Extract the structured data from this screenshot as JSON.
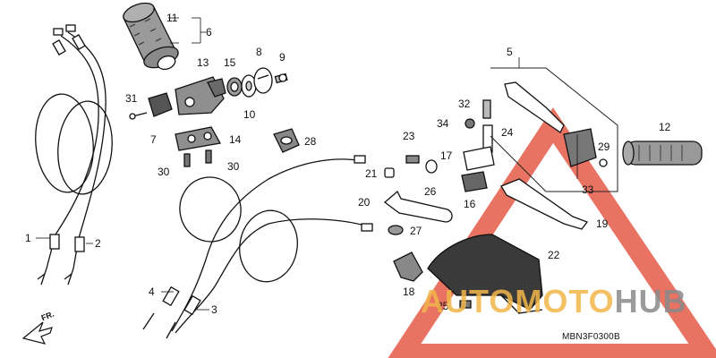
{
  "diagram_code": "MBN3F0300B",
  "direction_label": "FR.",
  "watermark": {
    "part1": "AUTOMOTO",
    "part2": "HUB"
  },
  "colors": {
    "line": "#111111",
    "part_fill": "#8f8f8f",
    "part_dark": "#555555",
    "watermark_triangle": "#e3503c",
    "watermark_text": "#f2b64a",
    "watermark_grey": "#8a8a8a"
  },
  "callouts": [
    {
      "id": "c1",
      "text": "1"
    },
    {
      "id": "c2",
      "text": "2"
    },
    {
      "id": "c3",
      "text": "3"
    },
    {
      "id": "c4",
      "text": "4"
    },
    {
      "id": "c5",
      "text": "5"
    },
    {
      "id": "c6",
      "text": "6"
    },
    {
      "id": "c7",
      "text": "7"
    },
    {
      "id": "c8",
      "text": "8"
    },
    {
      "id": "c9",
      "text": "9"
    },
    {
      "id": "c10",
      "text": "10"
    },
    {
      "id": "c11",
      "text": "11"
    },
    {
      "id": "c12",
      "text": "12"
    },
    {
      "id": "c13",
      "text": "13"
    },
    {
      "id": "c14",
      "text": "14"
    },
    {
      "id": "c15",
      "text": "15"
    },
    {
      "id": "c16",
      "text": "16"
    },
    {
      "id": "c17",
      "text": "17"
    },
    {
      "id": "c18",
      "text": "18"
    },
    {
      "id": "c19",
      "text": "19"
    },
    {
      "id": "c20",
      "text": "20"
    },
    {
      "id": "c21",
      "text": "21"
    },
    {
      "id": "c22",
      "text": "22"
    },
    {
      "id": "c23",
      "text": "23"
    },
    {
      "id": "c24",
      "text": "24"
    },
    {
      "id": "c25",
      "text": "25"
    },
    {
      "id": "c26",
      "text": "26"
    },
    {
      "id": "c27",
      "text": "27"
    },
    {
      "id": "c28",
      "text": "28"
    },
    {
      "id": "c29",
      "text": "29"
    },
    {
      "id": "c30a",
      "text": "30"
    },
    {
      "id": "c30b",
      "text": "30"
    },
    {
      "id": "c31",
      "text": "31"
    },
    {
      "id": "c32",
      "text": "32"
    },
    {
      "id": "c33",
      "text": "33"
    },
    {
      "id": "c34",
      "text": "34"
    }
  ]
}
